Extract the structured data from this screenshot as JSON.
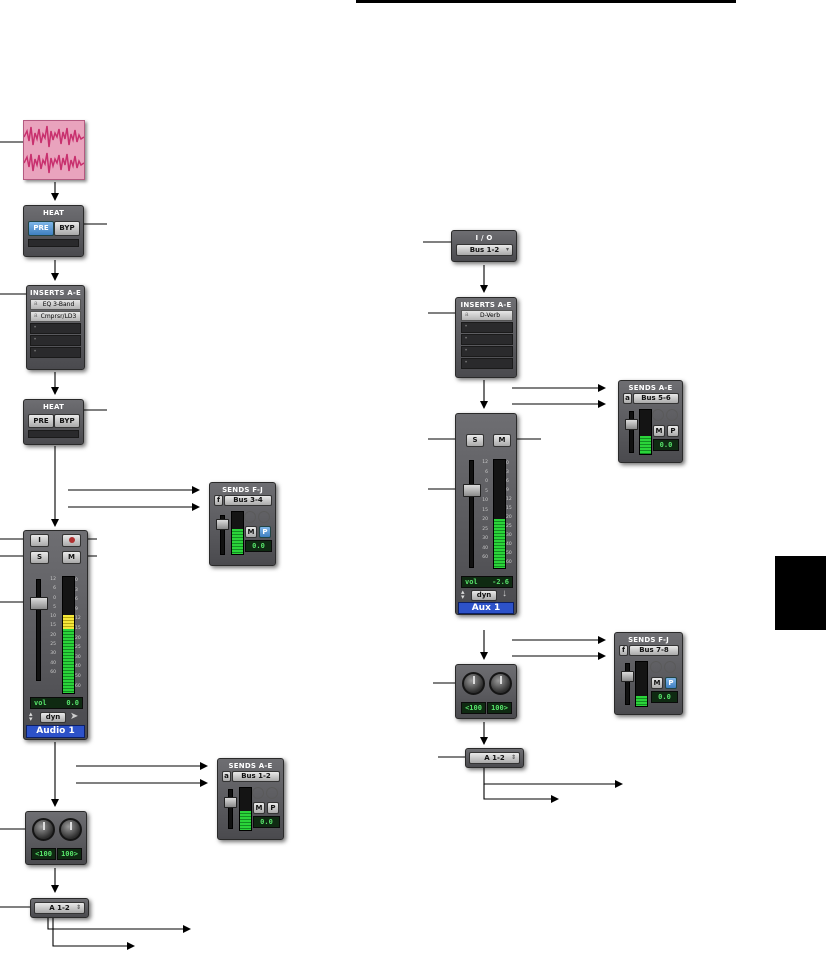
{
  "left_chain": {
    "heat_pre": {
      "title": "HEAT",
      "pre_label": "PRE",
      "byp_label": "BYP",
      "pre_active": true
    },
    "inserts": {
      "title": "INSERTS A-E",
      "slot_marker": "a",
      "slots": [
        "EQ 3-Band",
        "Cmprsr/LD3",
        "",
        "",
        ""
      ]
    },
    "heat_post": {
      "title": "HEAT",
      "pre_label": "PRE",
      "byp_label": "BYP",
      "pre_active": false
    },
    "sends_fj": {
      "title": "SENDS F-J",
      "marker": "f",
      "bus": "Bus 3-4",
      "value": "0.0",
      "mute": "M",
      "pre": "P",
      "pre_active": true
    },
    "channel": {
      "input_label": "I",
      "solo": "S",
      "mute": "M",
      "vol_label": "vol",
      "vol_value": "0.0",
      "auto_mode": "dyn",
      "track_name": "Audio 1",
      "fader_scale": [
        "12",
        "6",
        "0",
        "5",
        "10",
        "15",
        "20",
        "25",
        "30",
        "40",
        "60"
      ],
      "meter_scale": [
        "0",
        "3",
        "6",
        "9",
        "12",
        "15",
        "20",
        "25",
        "30",
        "40",
        "50",
        "60"
      ]
    },
    "sends_ae": {
      "title": "SENDS A-E",
      "marker": "a",
      "bus": "Bus 1-2",
      "value": "0.0",
      "mute": "M",
      "pre": "P",
      "pre_active": false
    },
    "pan": {
      "left": "<100",
      "right": "100>"
    },
    "output": {
      "label": "A 1-2"
    }
  },
  "right_chain": {
    "io": {
      "title": "I / O",
      "bus": "Bus 1-2"
    },
    "inserts": {
      "title": "INSERTS A-E",
      "slot_marker": "a",
      "slots": [
        "D-Verb",
        "",
        "",
        "",
        ""
      ]
    },
    "sends_ae": {
      "title": "SENDS A-E",
      "marker": "a",
      "bus": "Bus 5-6",
      "value": "0.0",
      "mute": "M",
      "pre": "P",
      "pre_active": false
    },
    "channel": {
      "solo": "S",
      "mute": "M",
      "vol_label": "vol",
      "vol_value": "-2.6",
      "auto_mode": "dyn",
      "track_name": "Aux 1",
      "fader_scale": [
        "12",
        "6",
        "0",
        "5",
        "10",
        "15",
        "20",
        "25",
        "30",
        "40",
        "60"
      ],
      "meter_scale": [
        "0",
        "3",
        "6",
        "9",
        "12",
        "15",
        "20",
        "25",
        "30",
        "40",
        "50",
        "60"
      ]
    },
    "sends_fj": {
      "title": "SENDS F-J",
      "marker": "f",
      "bus": "Bus 7-8",
      "value": "0.0",
      "mute": "M",
      "pre": "P",
      "pre_active": true
    },
    "pan": {
      "left": "<100",
      "right": "100>"
    },
    "output": {
      "label": "A 1-2"
    }
  },
  "colors": {
    "waveform": "#c8306e",
    "waveform_bg": "#e9a3bd",
    "active_button": "#3f7fc0",
    "track_label": "#2d52c9",
    "meter_green": "#2bd43a",
    "meter_yellow": "#f5e83a"
  }
}
